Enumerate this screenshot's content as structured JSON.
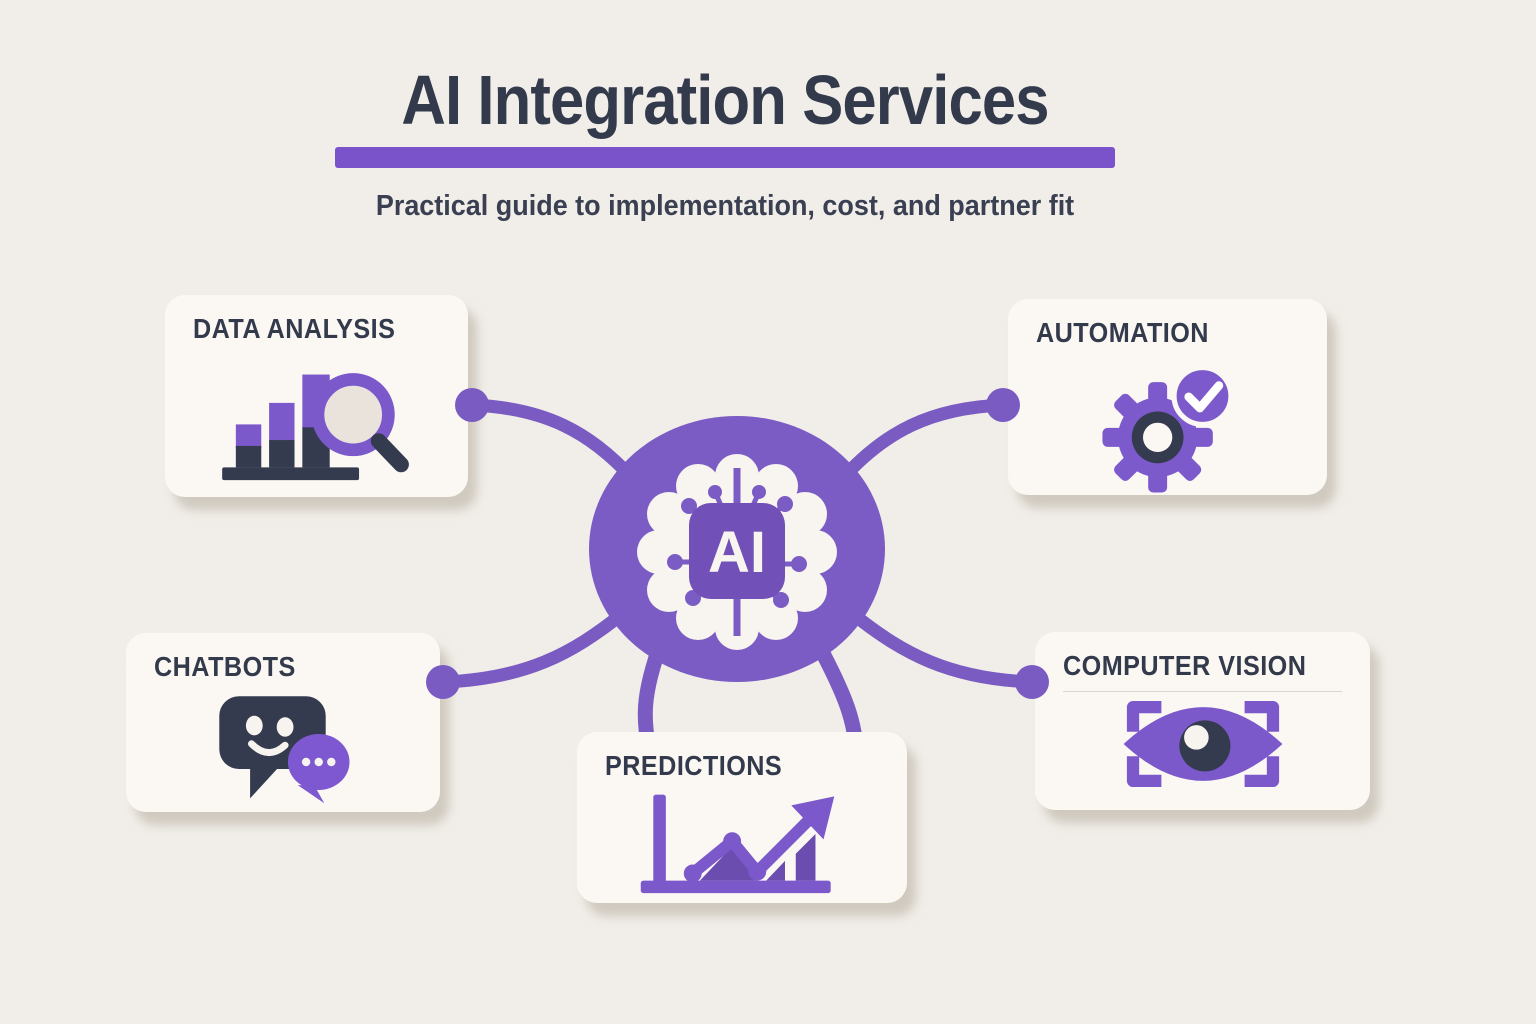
{
  "header": {
    "title": "AI Integration Services",
    "subtitle": "Practical guide to implementation, cost, and partner fit"
  },
  "center_node": {
    "label": "AI",
    "icon": "ai-brain-circuit-icon"
  },
  "cards": [
    {
      "id": "data-analysis",
      "label": "DATA ANALYSIS",
      "icon": "bar-chart-magnifier-icon"
    },
    {
      "id": "automation",
      "label": "AUTOMATION",
      "icon": "gear-checkmark-icon"
    },
    {
      "id": "chatbots",
      "label": "CHATBOTS",
      "icon": "chat-bubbles-icon"
    },
    {
      "id": "predictions",
      "label": "PREDICTIONS",
      "icon": "trend-line-arrow-icon"
    },
    {
      "id": "computer-vision",
      "label": "COMPUTER VISION",
      "icon": "eye-scan-frame-icon"
    }
  ],
  "colors": {
    "background": "#f1eee9",
    "card_background": "#fbf8f4",
    "accent_purple": "#7a5bc4",
    "accent_purple_bright": "#7e58d0",
    "accent_purple_dark": "#6b4db0",
    "dark_navy": "#353b4e",
    "title_underline": "#7a52c9",
    "off_white": "#f8f4ef"
  }
}
